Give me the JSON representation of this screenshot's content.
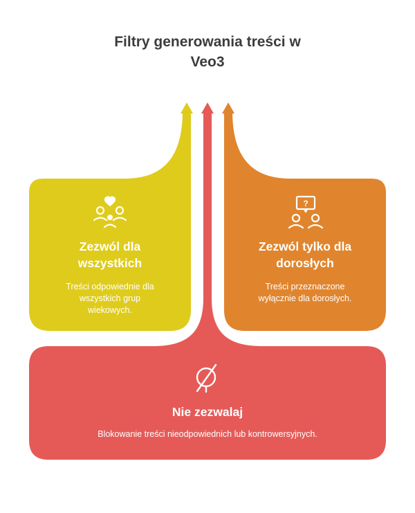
{
  "title": {
    "line1": "Filtry generowania treści w",
    "line2": "Veo3"
  },
  "options": [
    {
      "key": "allow_all",
      "title_line1": "Zezwól dla",
      "title_line2": "wszystkich",
      "desc_line1": "Treści odpowiednie dla",
      "desc_line2": "wszystkich grup",
      "desc_line3": "wiekowych.",
      "icon": "family-heart-icon",
      "color": "#DFCB1B"
    },
    {
      "key": "allow_adults",
      "title_line1": "Zezwól tylko dla",
      "title_line2": "dorosłych",
      "desc_line1": "Treści przeznaczone",
      "desc_line2": "wyłącznie dla dorosłych.",
      "icon": "adults-question-icon",
      "color": "#E0852E"
    },
    {
      "key": "block",
      "title_line1": "Nie zezwalaj",
      "desc_line1": "Blokowanie treści nieodpowiednich lub kontrowersyjnych.",
      "icon": "blocked-icon",
      "color": "#E55A57"
    }
  ]
}
